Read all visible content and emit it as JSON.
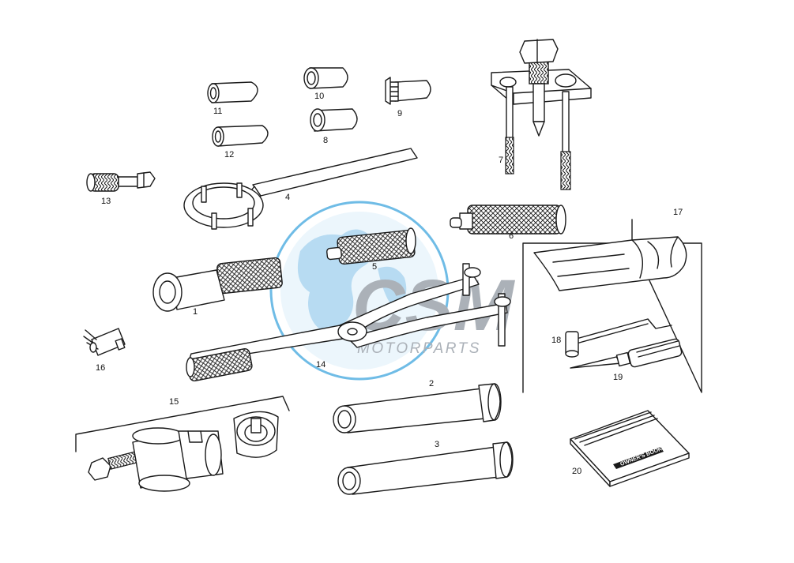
{
  "watermark": {
    "brand": "CSM",
    "tagline": "MOTORPARTS",
    "color": "#8f97a1",
    "globe_color": "#3fa6de"
  },
  "book_cover_text": "OWNER'S BOOK",
  "callouts": {
    "p1": "1",
    "p2": "2",
    "p3": "3",
    "p4": "4",
    "p5": "5",
    "p6": "6",
    "p7": "7",
    "p8": "8",
    "p9": "9",
    "p10": "10",
    "p11": "11",
    "p12": "12",
    "p13": "13",
    "p14": "14",
    "p15": "15",
    "p16": "16",
    "p17": "17",
    "p18": "18",
    "p19": "19",
    "p20": "20"
  }
}
